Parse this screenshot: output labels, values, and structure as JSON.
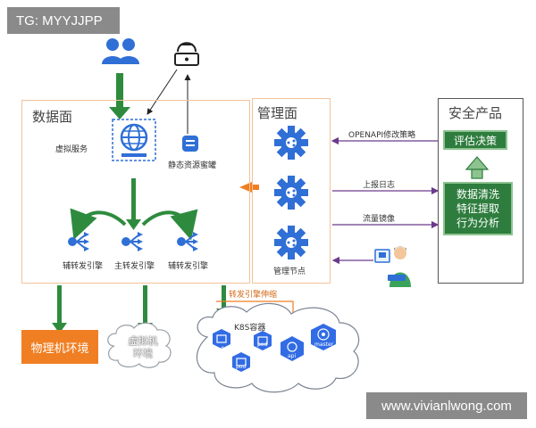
{
  "watermarks": {
    "top_left": "TG: MYYJJPP",
    "bottom_right": "www.vivianlwong.com"
  },
  "data_plane": {
    "title": "数据面",
    "virtual_service": "虚拟服务",
    "static_honeypot": "静态资源蜜罐",
    "engines": [
      "辅转发引擎",
      "主转发引擎",
      "辅转发引擎"
    ]
  },
  "mgmt_plane": {
    "title": "管理面",
    "node_label": "管理节点"
  },
  "security": {
    "title": "安全产品",
    "decision": "评估决策",
    "analysis_lines": [
      "数据清洗",
      "特征提取",
      "行为分析"
    ]
  },
  "flows": {
    "openapi": "OPENAPI修改策略",
    "report_log": "上报日志",
    "traffic_mirror": "流量镜像",
    "engine_scaling": "转发引擎伸缩"
  },
  "environments": {
    "physical": "物理机环境",
    "virtual_lines": [
      "虚拟机",
      "环境"
    ],
    "k8s": "K8S容器",
    "pods": [
      "pod",
      "pod",
      "pod"
    ],
    "api": "api",
    "master": "master"
  },
  "colors": {
    "panel_border": "#f2c39a",
    "arrow_green": "#2e8b3e",
    "gear_blue": "#2f6fd6",
    "purple": "#6b3a8c",
    "orange": "#f07f23",
    "dark_green": "#2e7d3e"
  },
  "icons": [
    "users-icon",
    "hacker-icon",
    "globe-icon",
    "database-icon",
    "gear-icon",
    "router-icon",
    "person-icon",
    "cloud-icon",
    "k8s-icon"
  ]
}
